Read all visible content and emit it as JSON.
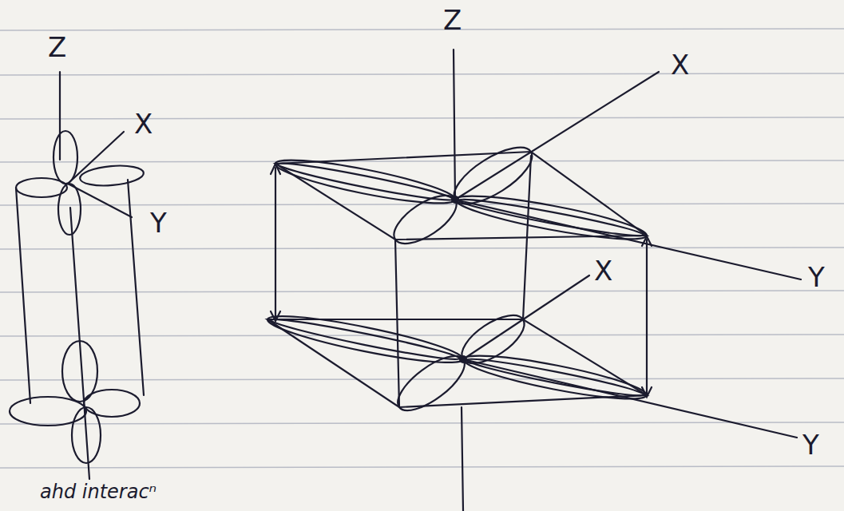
{
  "diagram": {
    "labels": [
      "Z",
      "X",
      "Y",
      "Z",
      "X",
      "Y",
      "X",
      "Y",
      "ahd interacⁿ"
    ]
  }
}
